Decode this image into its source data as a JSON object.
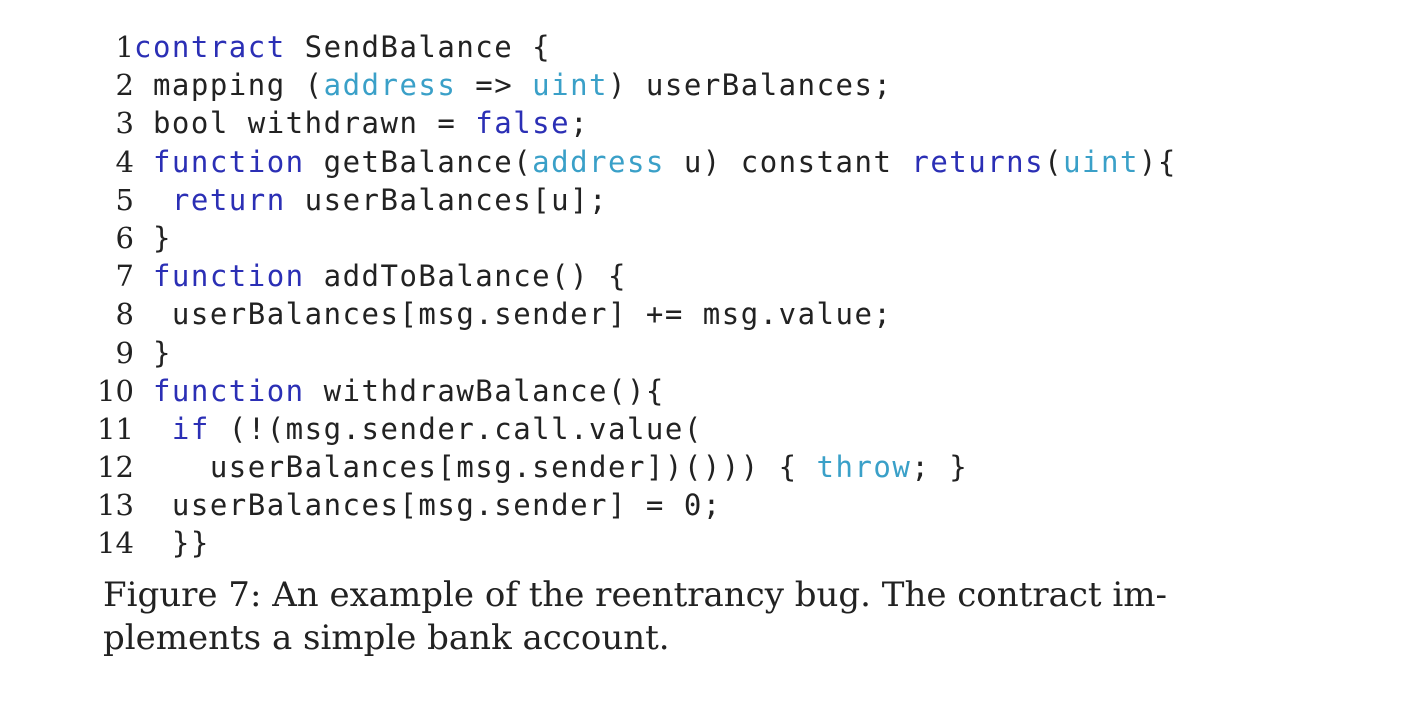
{
  "colors": {
    "keyword": "#2b2fb5",
    "type": "#3aa0c8",
    "text": "#222222",
    "background": "#ffffff"
  },
  "code": {
    "lines": [
      {
        "num": "1",
        "indent": "",
        "tokens": [
          {
            "t": "contract",
            "c": "kw"
          },
          {
            "t": " SendBalance {",
            "c": "plain"
          }
        ]
      },
      {
        "num": "2",
        "indent": " ",
        "tokens": [
          {
            "t": "mapping (",
            "c": "plain"
          },
          {
            "t": "address",
            "c": "type"
          },
          {
            "t": " => ",
            "c": "plain"
          },
          {
            "t": "uint",
            "c": "type"
          },
          {
            "t": ") userBalances;",
            "c": "plain"
          }
        ]
      },
      {
        "num": "3",
        "indent": " ",
        "tokens": [
          {
            "t": "bool withdrawn = ",
            "c": "plain"
          },
          {
            "t": "false",
            "c": "kw"
          },
          {
            "t": ";",
            "c": "plain"
          }
        ]
      },
      {
        "num": "4",
        "indent": " ",
        "tokens": [
          {
            "t": "function",
            "c": "kw"
          },
          {
            "t": " getBalance(",
            "c": "plain"
          },
          {
            "t": "address",
            "c": "type"
          },
          {
            "t": " u) constant ",
            "c": "plain"
          },
          {
            "t": "returns",
            "c": "kw"
          },
          {
            "t": "(",
            "c": "plain"
          },
          {
            "t": "uint",
            "c": "type"
          },
          {
            "t": "){",
            "c": "plain"
          }
        ]
      },
      {
        "num": "5",
        "indent": "  ",
        "tokens": [
          {
            "t": "return",
            "c": "kw"
          },
          {
            "t": " userBalances[u];",
            "c": "plain"
          }
        ]
      },
      {
        "num": "6",
        "indent": " ",
        "tokens": [
          {
            "t": "}",
            "c": "plain"
          }
        ]
      },
      {
        "num": "7",
        "indent": " ",
        "tokens": [
          {
            "t": "function",
            "c": "kw"
          },
          {
            "t": " addToBalance() {",
            "c": "plain"
          }
        ]
      },
      {
        "num": "8",
        "indent": "  ",
        "tokens": [
          {
            "t": "userBalances[msg.sender] += msg.value;",
            "c": "plain"
          }
        ]
      },
      {
        "num": "9",
        "indent": " ",
        "tokens": [
          {
            "t": "}",
            "c": "plain"
          }
        ]
      },
      {
        "num": "10",
        "indent": " ",
        "tokens": [
          {
            "t": "function",
            "c": "kw"
          },
          {
            "t": " withdrawBalance(){",
            "c": "plain"
          }
        ]
      },
      {
        "num": "11",
        "indent": "  ",
        "tokens": [
          {
            "t": "if",
            "c": "kw"
          },
          {
            "t": " (!(msg.sender.call.value(",
            "c": "plain"
          }
        ]
      },
      {
        "num": "12",
        "indent": "    ",
        "tokens": [
          {
            "t": "userBalances[msg.sender])())) { ",
            "c": "plain"
          },
          {
            "t": "throw",
            "c": "type"
          },
          {
            "t": "; }",
            "c": "plain"
          }
        ]
      },
      {
        "num": "13",
        "indent": "  ",
        "tokens": [
          {
            "t": "userBalances[msg.sender] = 0;",
            "c": "plain"
          }
        ]
      },
      {
        "num": "14",
        "indent": "  ",
        "tokens": [
          {
            "t": "}}",
            "c": "plain"
          }
        ]
      }
    ]
  },
  "caption": {
    "line1": "Figure 7: An example of the reentrancy bug. The contract im-",
    "line2": "plements a simple bank account."
  }
}
